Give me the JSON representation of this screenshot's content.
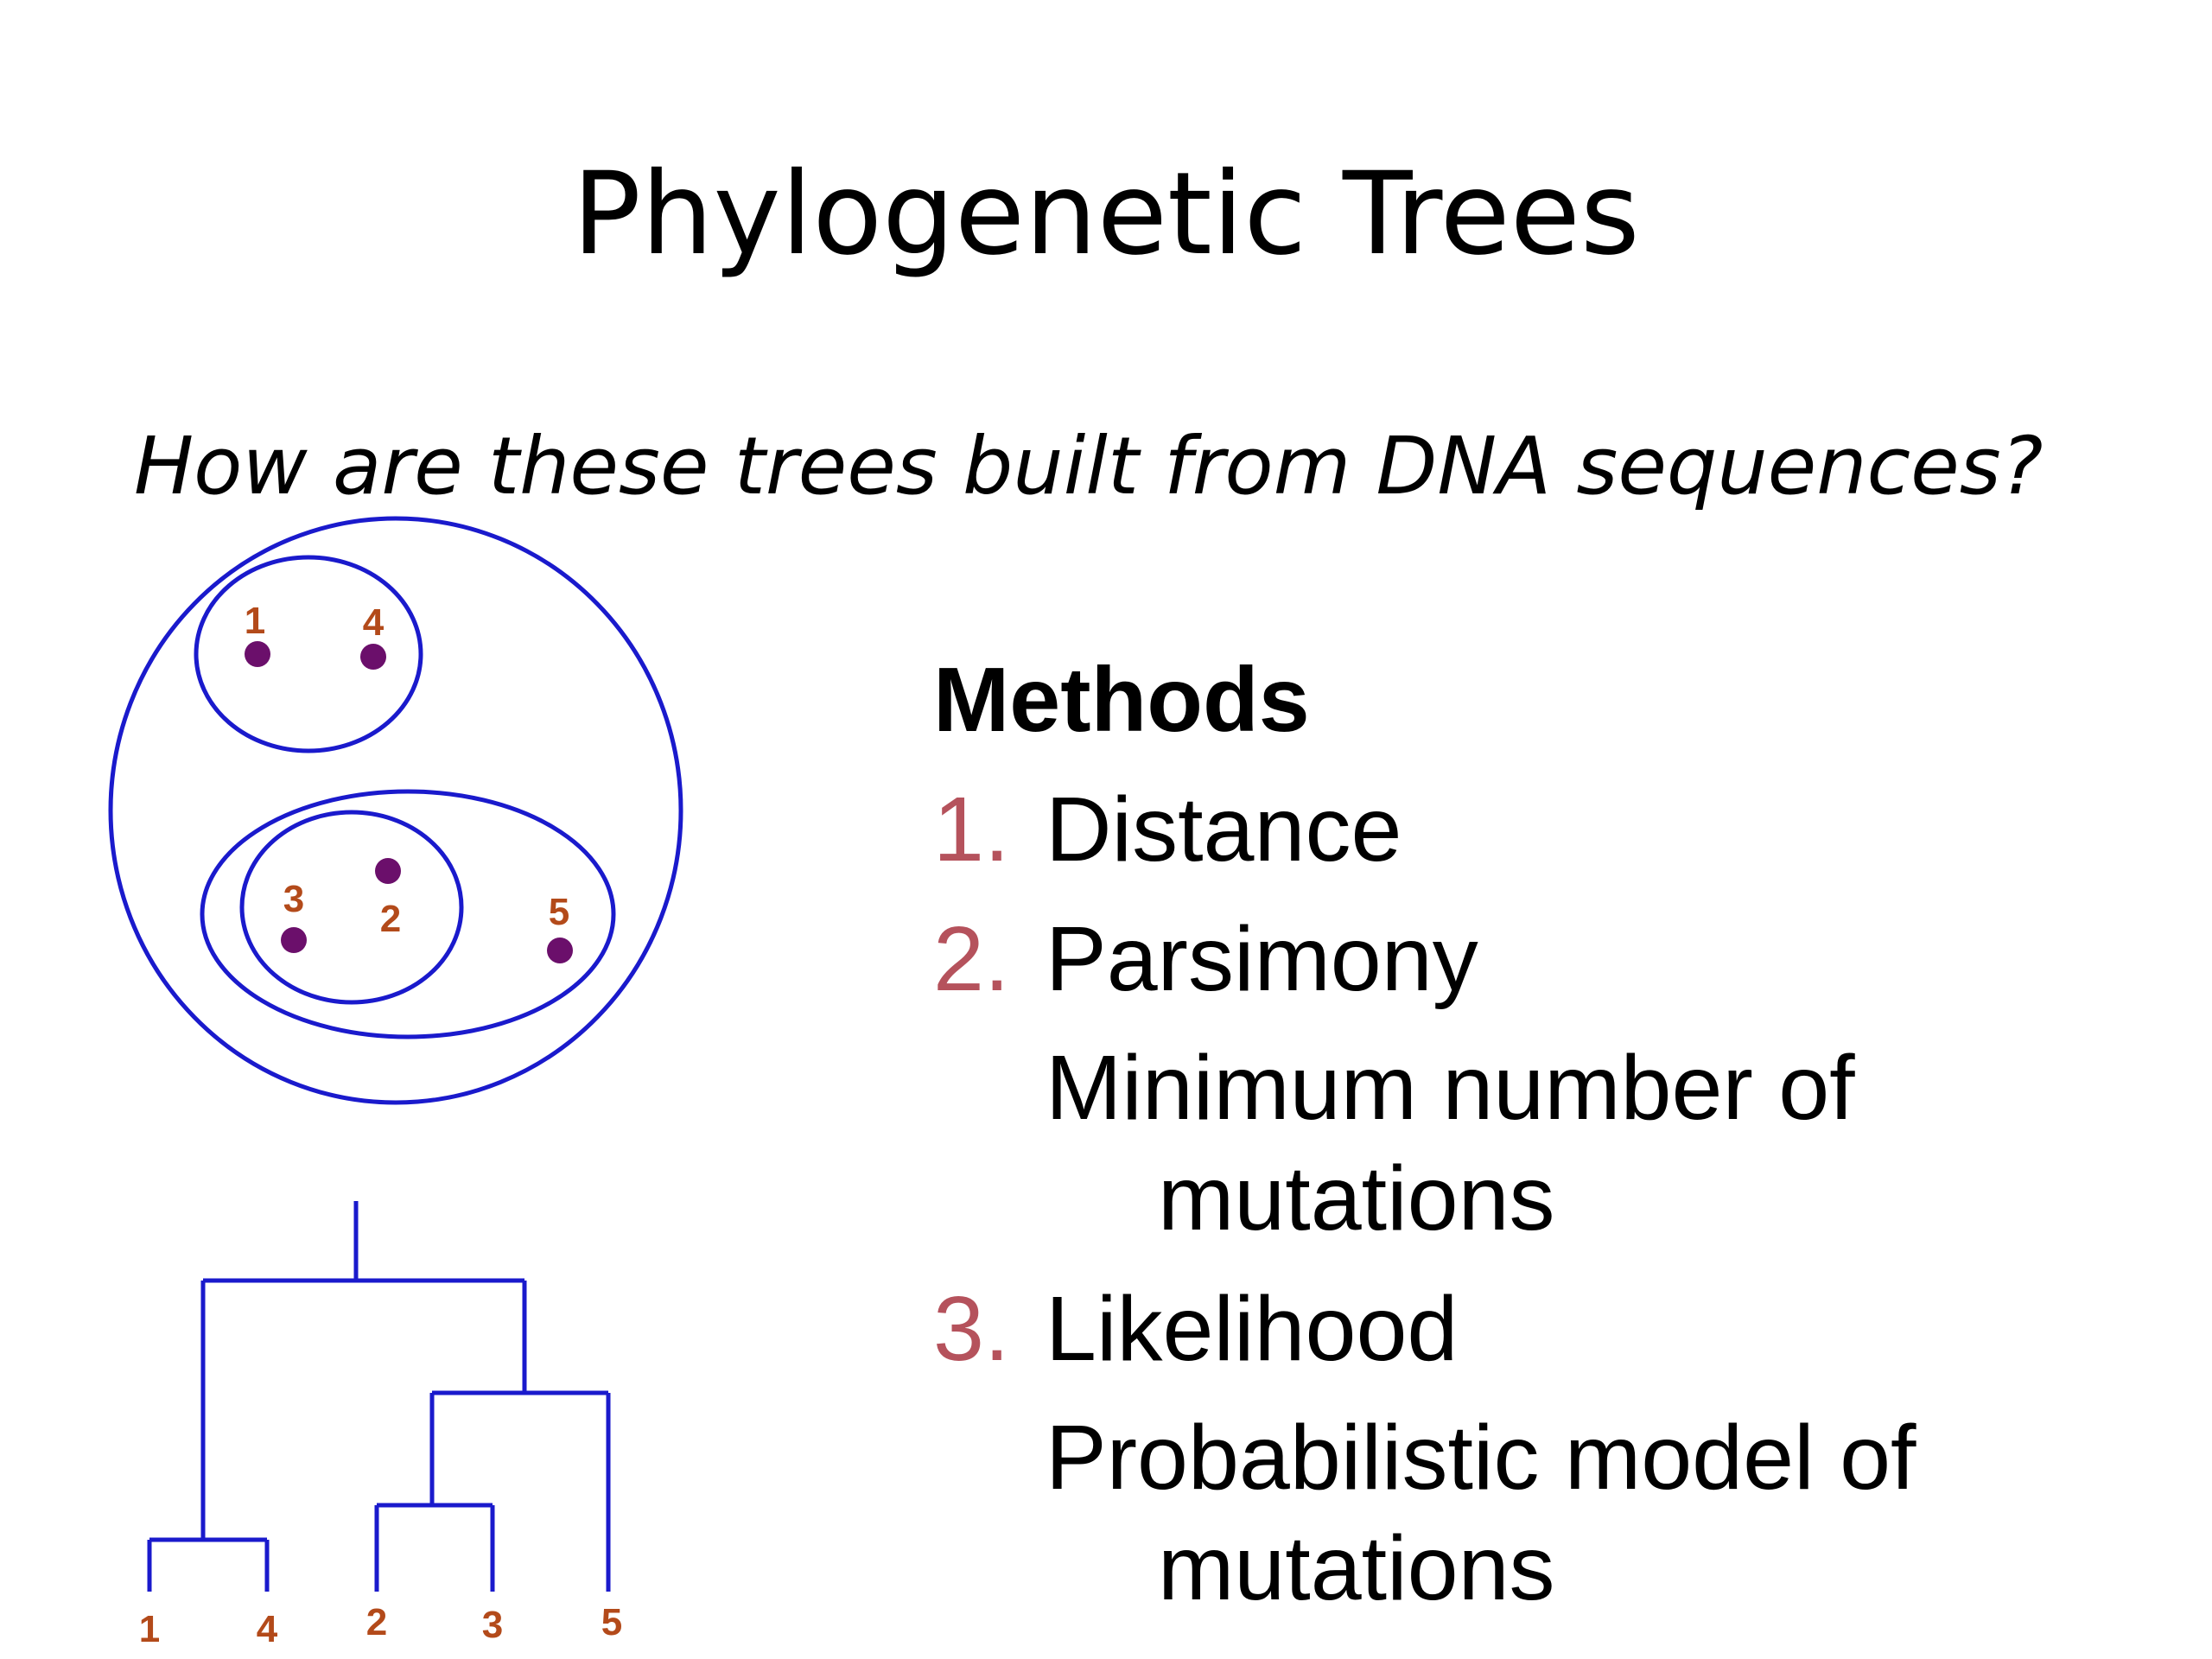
{
  "slide": {
    "title": "Phylogenetic Trees",
    "subtitle": "How are these trees built from DNA sequences?"
  },
  "diagram": {
    "stroke_color": "#1a1acc",
    "dot_color": "#6b0f6b",
    "label_color": "#b34a1a",
    "venn_labels": [
      "1",
      "4",
      "3",
      "2",
      "5"
    ],
    "leaf_labels": [
      "1",
      "4",
      "2",
      "3",
      "5"
    ]
  },
  "methods": {
    "heading": "Methods",
    "items": [
      {
        "number": "1.",
        "label": "Distance",
        "description_line1": "",
        "description_line2": ""
      },
      {
        "number": "2.",
        "label": "Parsimony",
        "description_line1": "Minimum number of",
        "description_line2": "mutations"
      },
      {
        "number": "3.",
        "label": "Likelihood",
        "description_line1": "Probabilistic model of",
        "description_line2": "mutations"
      }
    ],
    "number_color": "#b5525c"
  }
}
